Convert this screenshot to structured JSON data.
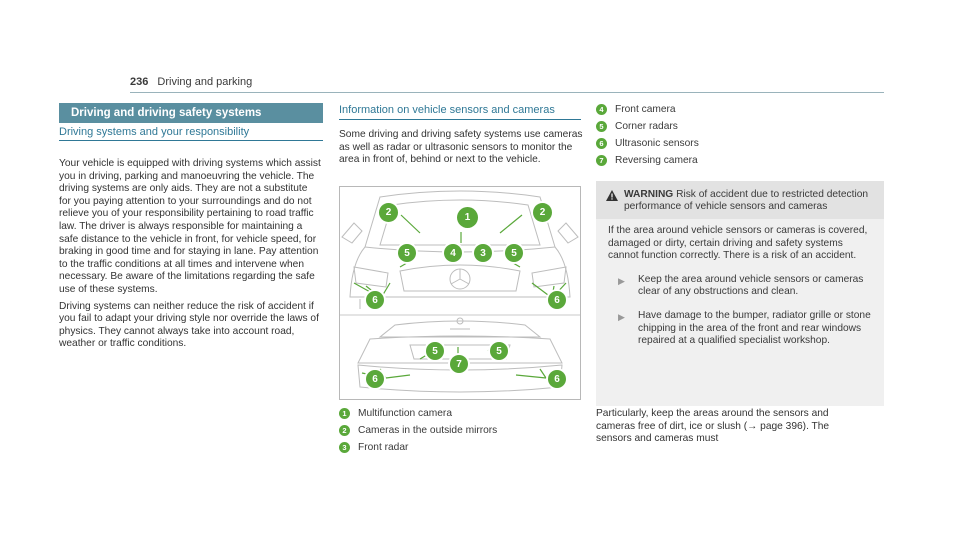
{
  "header": {
    "page_number": "236",
    "title": "Driving and parking"
  },
  "left": {
    "section_title": "Driving and driving safety systems",
    "subheading": "Driving systems and your responsibility",
    "paragraphs": [
      "Your vehicle is equipped with driving systems which assist you in driving, parking and manoeuvring the vehicle. The driving systems are only aids. They are not a substitute for you paying attention to your surroundings and do not relieve you of your responsibility pertaining to road traffic law. The driver is always responsible for maintaining a safe distance to the vehicle in front, for vehicle speed, for braking in good time and for staying in lane. Pay attention to the traffic conditions at all times and intervene when necessary. Be aware of the limitations regarding the safe use of these systems.",
      "Driving systems can neither reduce the risk of accident if you fail to adapt your driving style nor override the laws of physics. They cannot always take into account road, weather or traffic conditions."
    ]
  },
  "middle": {
    "subheading": "Information on vehicle sensors and cameras",
    "intro": "Some driving and driving safety systems use cameras as well as radar or ultrasonic sensors to monitor the area in front of, behind or next to the vehicle.",
    "legend": [
      {
        "num": "1",
        "label": "Multifunction camera"
      },
      {
        "num": "2",
        "label": "Cameras in the outside mirrors"
      },
      {
        "num": "3",
        "label": "Front radar"
      }
    ]
  },
  "figure": {
    "top_pins": [
      "2",
      "1",
      "2",
      "5",
      "4",
      "3",
      "5",
      "6",
      "6"
    ],
    "bottom_pins": [
      "5",
      "5",
      "7",
      "6",
      "6"
    ]
  },
  "right": {
    "legend": [
      {
        "num": "4",
        "label": "Front camera"
      },
      {
        "num": "5",
        "label": "Corner radars"
      },
      {
        "num": "6",
        "label": "Ultrasonic sensors"
      },
      {
        "num": "7",
        "label": "Reversing camera"
      }
    ],
    "warning": {
      "label": "WARNING",
      "title": "Risk of accident due to restricted detection performance of vehicle sensors and cameras",
      "body": "If the area around vehicle sensors or cameras is covered, damaged or dirty, certain driving and safety systems cannot function correctly. There is a risk of an accident.",
      "bullets": [
        "Keep the area around vehicle sensors or cameras clear of any obstructions and clean.",
        "Have damage to the bumper, radiator grille or stone chipping in the area of the front and rear windows repaired at a qualified specialist workshop."
      ]
    },
    "closing": "Particularly, keep the areas around the sensors and cameras free of dirt, ice or slush (→ page 396). The sensors and cameras must"
  },
  "colors": {
    "accent": "#5a8fa0",
    "heading": "#2f7896",
    "marker": "#5aa83a"
  }
}
